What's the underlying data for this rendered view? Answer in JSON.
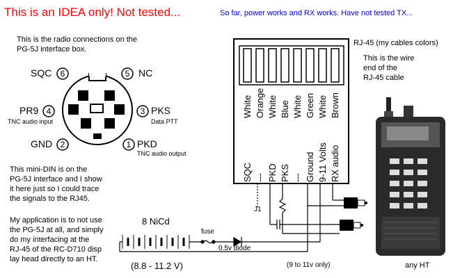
{
  "header": {
    "title": "This is an IDEA only!  Not tested...",
    "status_note": "So far, power works and RX works.  Have not tested TX..."
  },
  "connector_caption": {
    "line1": "This is the radio connections on the",
    "line2": "PG-5J interface box."
  },
  "din_pins": {
    "sqc": {
      "label": "SQC",
      "number": "6"
    },
    "nc": {
      "label": "NC",
      "number": "5"
    },
    "pr9": {
      "label": "PR9",
      "number": "4",
      "note": "TNC audio input"
    },
    "pks": {
      "label": "PKS",
      "number": "3",
      "note": "Data PTT"
    },
    "gnd": {
      "label": "GND",
      "number": "2"
    },
    "pkd": {
      "label": "PKD",
      "number": "1",
      "note": "TNC audio output"
    }
  },
  "mini_din_note": {
    "line1": "This mini-DIN is on the",
    "line2": "PG-5J interface and I show",
    "line3": "it here just so I could trace",
    "line4": "the signals to the RJ45."
  },
  "application_note": {
    "line1": "My application is to not use",
    "line2": "the PG-5J at all, and simply",
    "line3": "do my interfacing at the",
    "line4": "RJ-45 of the RC-D710 disp",
    "line5": "lay head directly to an HT."
  },
  "rj45": {
    "title": "RJ-45 (my cables colors)",
    "wire_note": {
      "line1": "This is the wire",
      "line2": "end of the",
      "line3": "RJ-45 cable"
    },
    "wire_colors": [
      "White",
      "Orange",
      "White",
      "Blue",
      "White",
      "Green",
      "White",
      "Brown"
    ],
    "signals": [
      "SQC",
      "---",
      "PKD",
      "PKS",
      "---",
      "Ground",
      "9-11 Volts",
      "RX audio"
    ]
  },
  "circuit": {
    "j1": "J1",
    "battery_label": "8 NiCd",
    "voltage_range": "(8.8 - 11.2 V)",
    "fuse": "fuse",
    "diode": "0.5v diode",
    "supply_note": "(9 to 11v only)",
    "ht_label": "any HT"
  }
}
